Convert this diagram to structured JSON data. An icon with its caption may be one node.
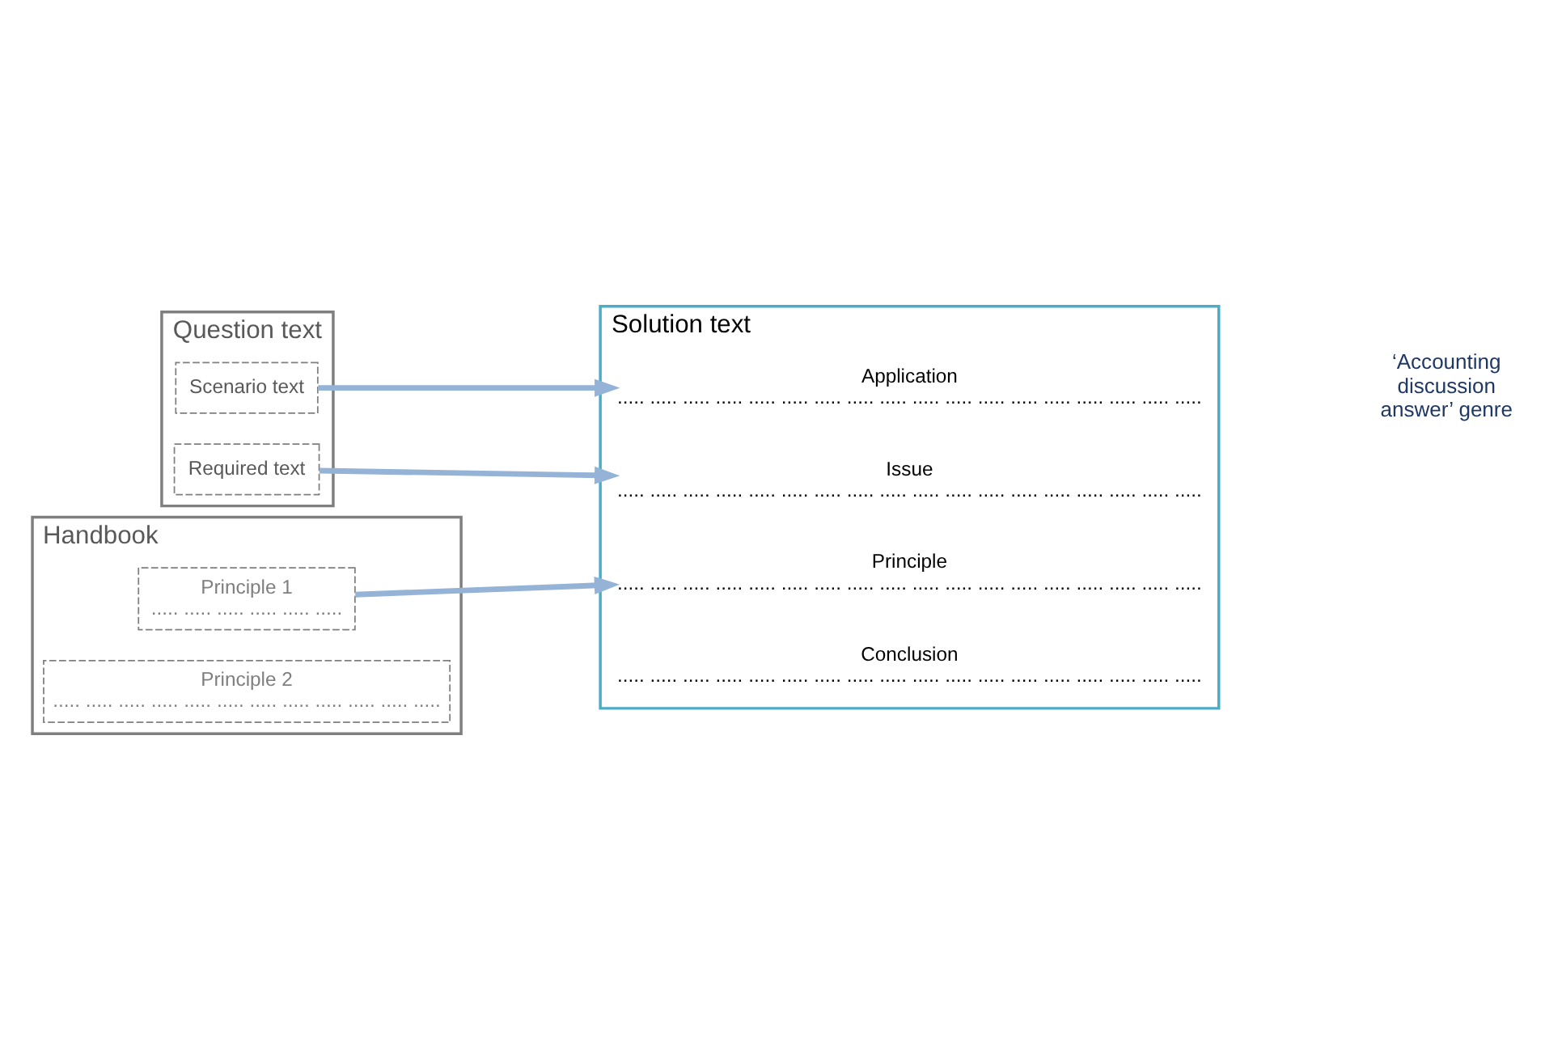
{
  "diagram": {
    "nodes": [
      {
        "text": [
          "Question text"
        ]
      },
      {
        "text": [
          "Scenario text"
        ],
        "in": 0
      },
      {
        "text": [
          "Required text"
        ],
        "in": 0
      },
      {
        "text": [
          "Handbook"
        ]
      },
      {
        "text": [
          "Principle 1",
          "..... ..... ..... ..... ..... ....."
        ],
        "in": 3
      },
      {
        "text": [
          "Principle 2",
          "..... ..... ..... ..... ..... ..... ..... ..... ..... ..... ..... ....."
        ],
        "in": 3
      },
      {
        "text": [
          "Solution text"
        ]
      },
      {
        "text": [
          "Issue",
          "..... ..... ..... ..... ..... ..... ..... ..... ..... ..... ..... ..... ..... ..... ..... ..... ..... ....."
        ],
        "in": 6
      },
      {
        "text": [
          "Principle",
          "..... ..... ..... ..... ..... ..... ..... ..... ..... ..... ..... ..... ..... ..... ..... ..... ..... ....."
        ],
        "in": 6
      },
      {
        "text": [
          "Application",
          "..... ..... ..... ..... ..... ..... ..... ..... ..... ..... ..... ..... ..... ..... ..... ..... ..... ....."
        ],
        "in": 6
      },
      {
        "text": [
          "Conclusion",
          "..... ..... ..... ..... ..... ..... ..... ..... ..... ..... ..... ..... ..... ..... ..... ..... ..... ....."
        ],
        "in": 6
      }
    ],
    "edges": [
      {
        "from": 1,
        "to": 9,
        "arrow": "to"
      },
      {
        "from": 2,
        "to": 7,
        "arrow": "to"
      },
      {
        "from": 4,
        "to": 8,
        "arrow": "to"
      }
    ],
    "labels": [
      "‘Accounting discussion answer’ genre"
    ]
  }
}
